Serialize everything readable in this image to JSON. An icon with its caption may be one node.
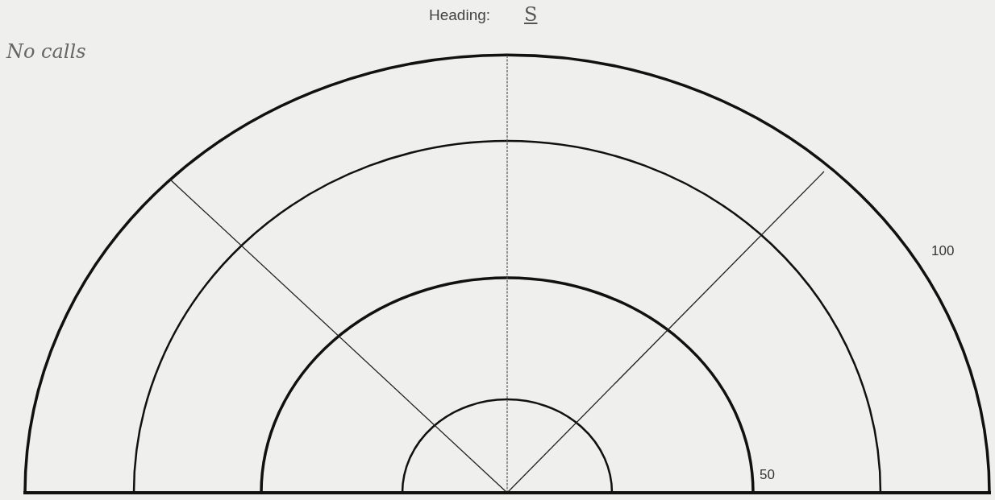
{
  "diagram": {
    "labels": [
      "Heading:",
      "S",
      "No calls",
      "100",
      "50"
    ]
  }
}
